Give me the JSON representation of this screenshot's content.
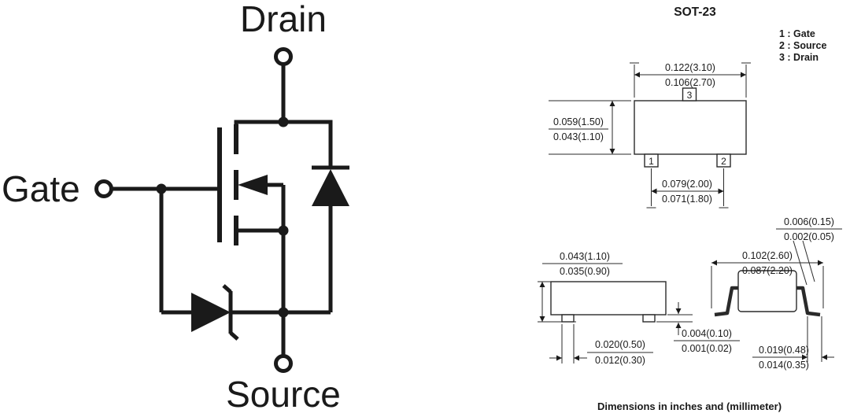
{
  "schematic": {
    "drain": "Drain",
    "gate": "Gate",
    "source": "Source"
  },
  "package": {
    "title": "SOT-23",
    "legend": {
      "pin1": "1 : Gate",
      "pin2": "2 : Source",
      "pin3": "3 : Drain"
    },
    "pins": {
      "p1": "1",
      "p2": "2",
      "p3": "3"
    },
    "top_view": {
      "width_max": "0.122(3.10)",
      "width_min": "0.106(2.70)",
      "height_max": "0.059(1.50)",
      "height_min": "0.043(1.10)",
      "pitch_max": "0.079(2.00)",
      "pitch_min": "0.071(1.80)"
    },
    "side_view": {
      "height_max": "0.043(1.10)",
      "height_min": "0.035(0.90)",
      "lead_width_max": "0.020(0.50)",
      "lead_width_min": "0.012(0.30)",
      "standoff_max": "0.004(0.10)",
      "standoff_min": "0.001(0.02)"
    },
    "end_view": {
      "span_max": "0.102(2.60)",
      "span_min": "0.087(2.20)",
      "lead_thickness_max": "0.006(0.15)",
      "lead_thickness_min": "0.002(0.05)",
      "foot_max": "0.019(0.48)",
      "foot_min": "0.014(0.35)"
    },
    "footer": "Dimensions in inches and (millimeter)"
  },
  "colors": {
    "ink": "#1a1a1a",
    "background": "#ffffff"
  }
}
